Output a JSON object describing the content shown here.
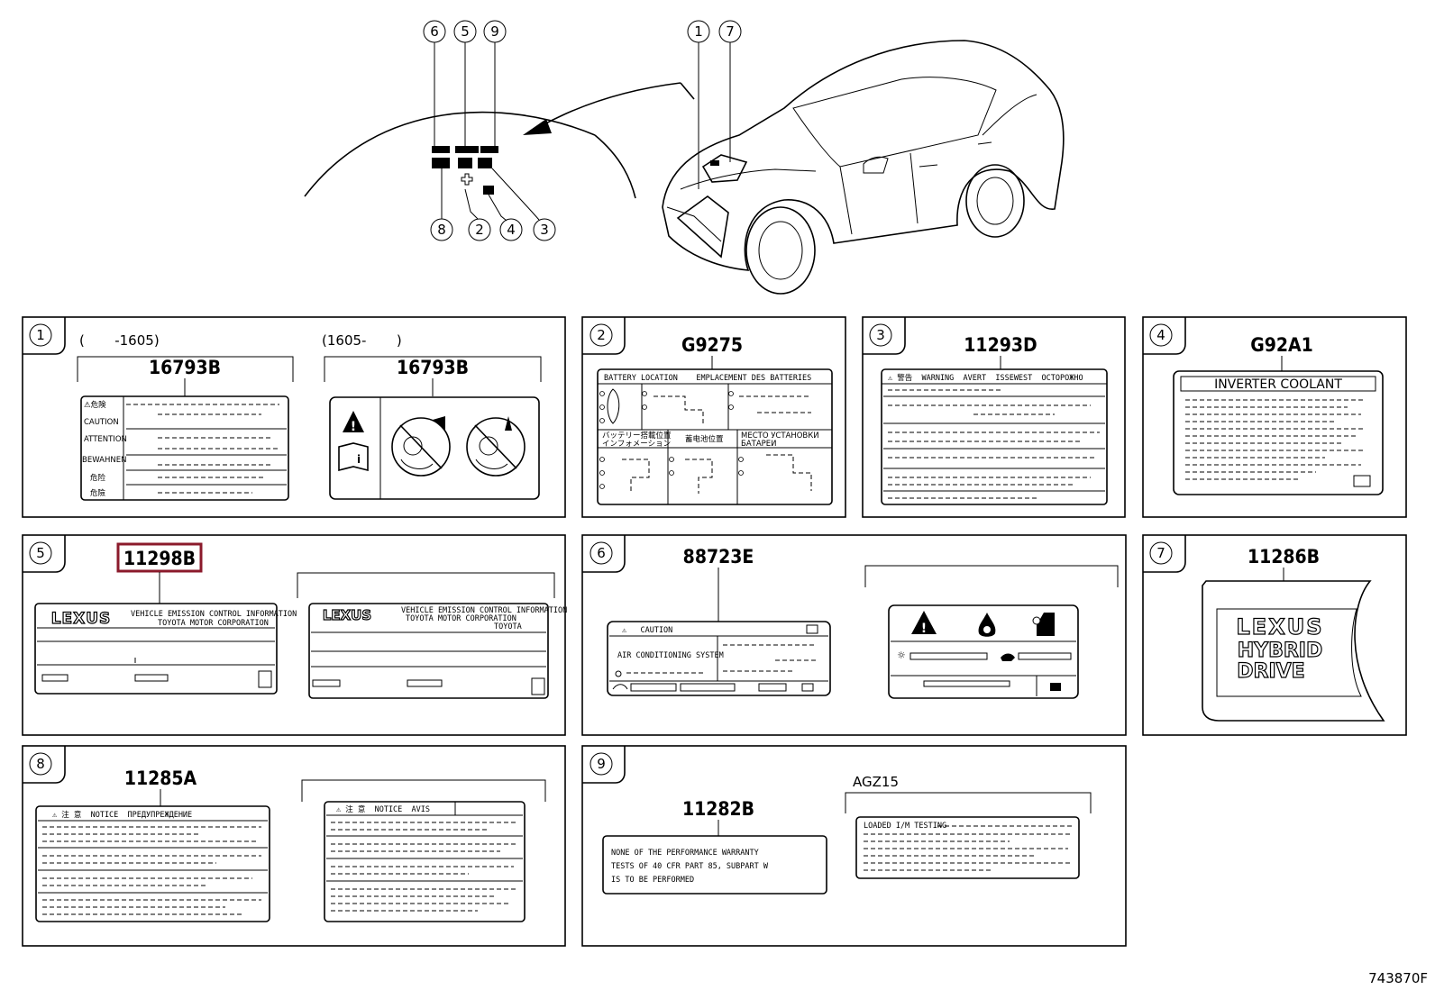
{
  "figure_code": "743870F",
  "overview": {
    "car_callouts": [
      "1",
      "7"
    ],
    "label_group_top": [
      "6",
      "5",
      "9"
    ],
    "label_group_bottom": [
      "8",
      "2",
      "4",
      "3"
    ]
  },
  "panels": [
    {
      "num": "1",
      "variants": [
        {
          "range": "(       -1605)",
          "part": "16793B",
          "lines": [
            "⚠危険",
            "CAUTION",
            "ATTENTION",
            "BEWAHNEN",
            "危险",
            "危險"
          ]
        },
        {
          "range": "(1605-       )",
          "part": "16793B"
        }
      ]
    },
    {
      "num": "2",
      "part": "G9275",
      "title": "BATTERY LOCATION    EMPLACEMENT DES BATTERIES",
      "mid_texts": [
        "バッテリー搭載位置\nインフォメーション",
        "蓄电池位置",
        "МЕСТО УСТАНОВКИ\nБАТАРЕИ"
      ]
    },
    {
      "num": "3",
      "part": "11293D",
      "title": "⚠ 警告  WARNING  AVERT  ISSEWEST  OCTOPOЖНО"
    },
    {
      "num": "4",
      "part": "G92A1",
      "title": "INVERTER COOLANT"
    },
    {
      "num": "5",
      "part": "11298B",
      "highlighted": true,
      "brand": "LEXUS",
      "lines": [
        "VEHICLE EMISSION CONTROL INFORMATION",
        "TOYOTA MOTOR CORPORATION",
        "TOYOTA"
      ]
    },
    {
      "num": "6",
      "part": "88723E",
      "caution": "⚠   CAUTION",
      "system": "AIR CONDITIONING SYSTEM"
    },
    {
      "num": "7",
      "part": "11286B",
      "words": [
        "LEXUS",
        "HYBRID",
        "DRIVE"
      ]
    },
    {
      "num": "8",
      "part": "11285A",
      "left_title": "⚠ 注 意  NOTICE  ПРЕДУПРЕЖДЕНИЕ",
      "right_title": "⚠ 注 意  NOTICE  AVIS"
    },
    {
      "num": "9",
      "part": "11282B",
      "variant": "AGZ15",
      "warranty": [
        "NONE  OF  THE  PERFORMANCE  WARRANTY",
        "TESTS  OF  40  CFR  PART  85, SUBPART  W",
        "IS  TO  BE  PERFORMED"
      ],
      "im_title": "LOADED I/M TESTING"
    }
  ],
  "colors": {
    "highlight": "#8b1a2b",
    "ink": "#000000",
    "background": "#ffffff"
  }
}
